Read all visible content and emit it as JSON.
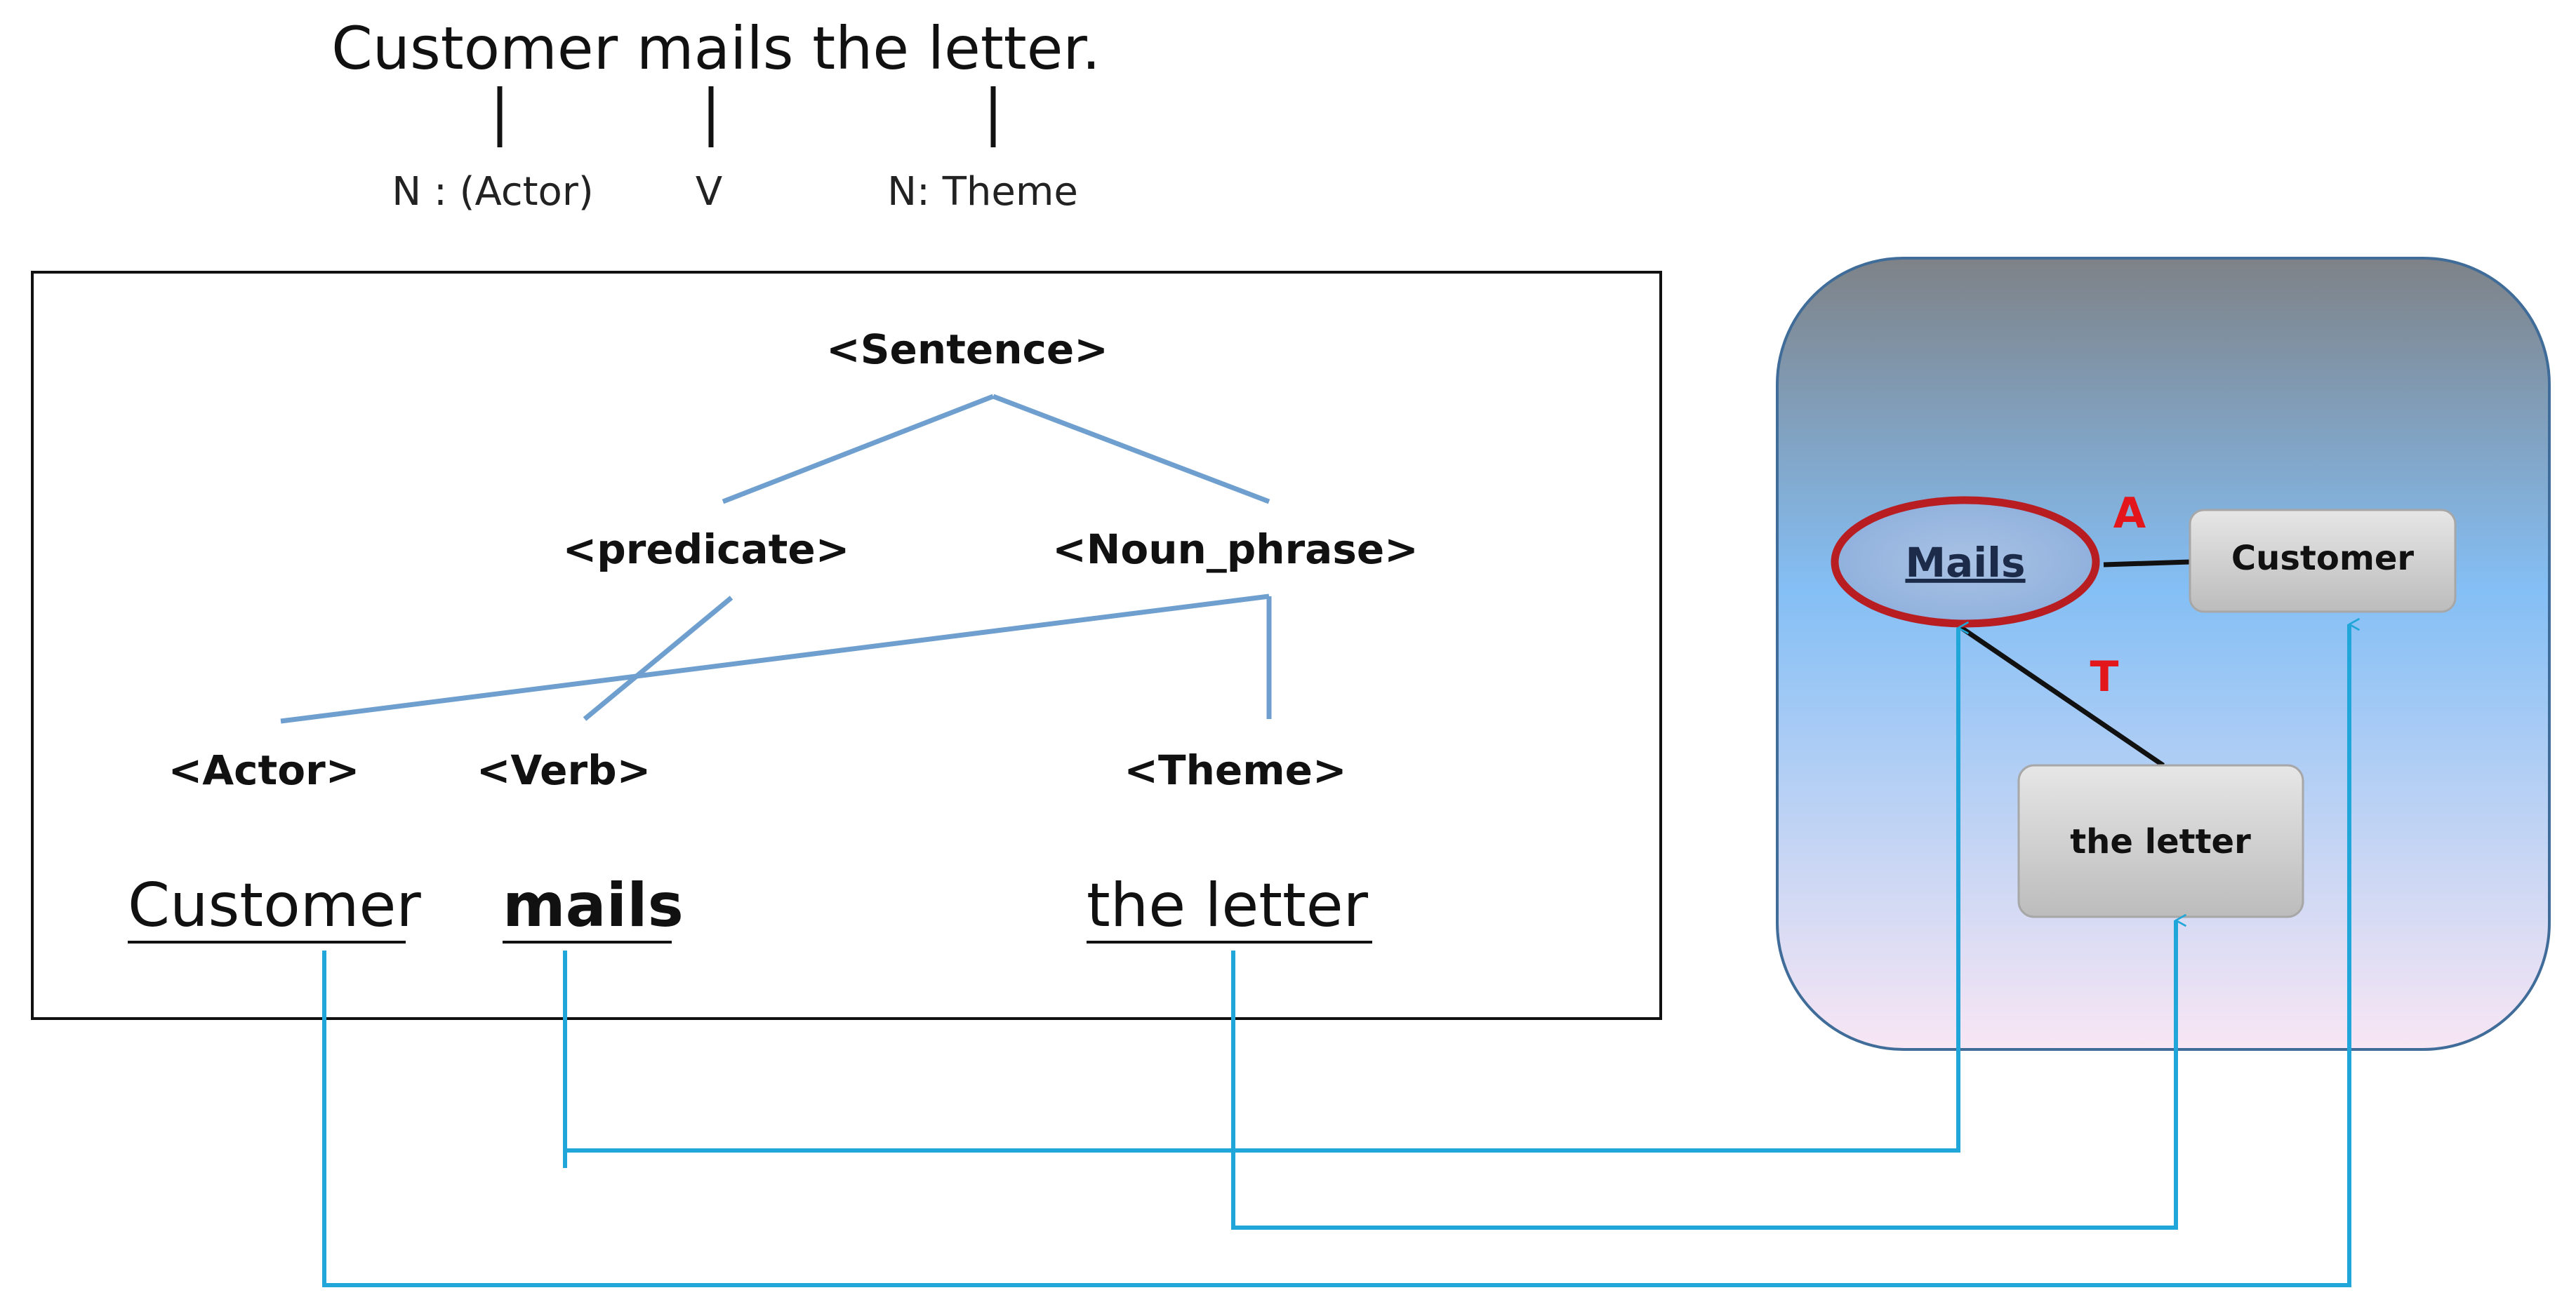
{
  "sentence": {
    "text": "Customer mails the letter.",
    "tags": [
      "N : (Actor)",
      "V",
      "N: Theme"
    ]
  },
  "parse_tree": {
    "root": "<Sentence>",
    "level1": [
      "<predicate>",
      "<Noun_phrase>"
    ],
    "level2": [
      "<Actor>",
      "<Verb>",
      "<Theme>"
    ],
    "words": [
      "Customer",
      "mails",
      "the letter"
    ]
  },
  "graph": {
    "center": "Mails",
    "nodes": [
      "Customer",
      "the letter"
    ],
    "edge_labels": {
      "actor": "A",
      "theme": "T"
    }
  },
  "colors": {
    "tree_line": "#6f9fce",
    "connector": "#21a6d9",
    "ellipse_stroke": "#b81d22",
    "edge_label": "#e3161b",
    "panel_top": "#7e8287",
    "panel_mid": "#84bff5",
    "panel_bottom": "#f8e6f4"
  }
}
